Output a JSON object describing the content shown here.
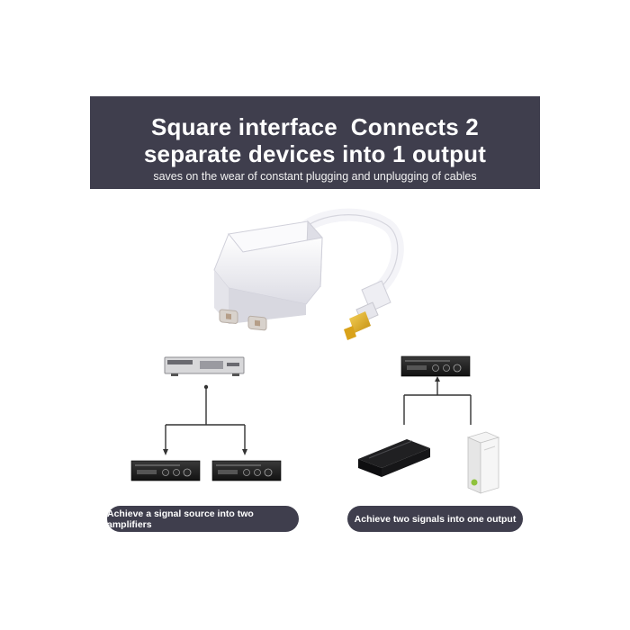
{
  "banner": {
    "title_line1": "Square interface  Connects 2",
    "title_line2": "separate devices into 1 output",
    "subtitle": "saves on the wear of constant plugging and unplugging of cables"
  },
  "captions": {
    "left": "Achieve a signal source into two amplifiers",
    "right": "Achieve two signals into one output"
  },
  "colors": {
    "banner_bg": "#3f3e4d",
    "connector_tip": "#e2b020",
    "adapter_body": "#f2f2f6"
  }
}
